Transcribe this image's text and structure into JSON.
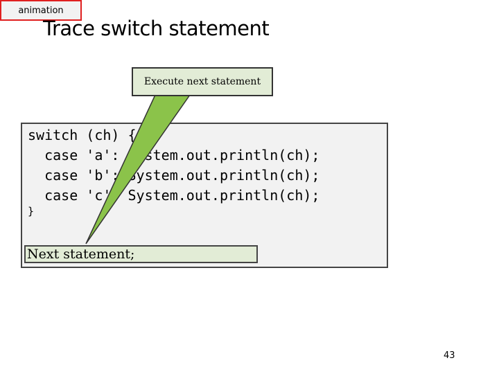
{
  "animation_tag": "animation",
  "title": "Trace switch statement",
  "code_lines": [
    "switch (ch) {",
    "  case 'a': System.out.println(ch);",
    "  case 'b': System.out.println(ch);",
    "  case 'c': System.out.println(ch);"
  ],
  "closing_brace": "}",
  "next_statement": "Next statement;",
  "callout_text": "Execute next statement",
  "page_number": "43",
  "colors": {
    "callout_fill": "#e2ecd6",
    "pointer_fill": "#8bc34a",
    "tag_border": "#e02020",
    "code_background": "#f2f2f2"
  }
}
